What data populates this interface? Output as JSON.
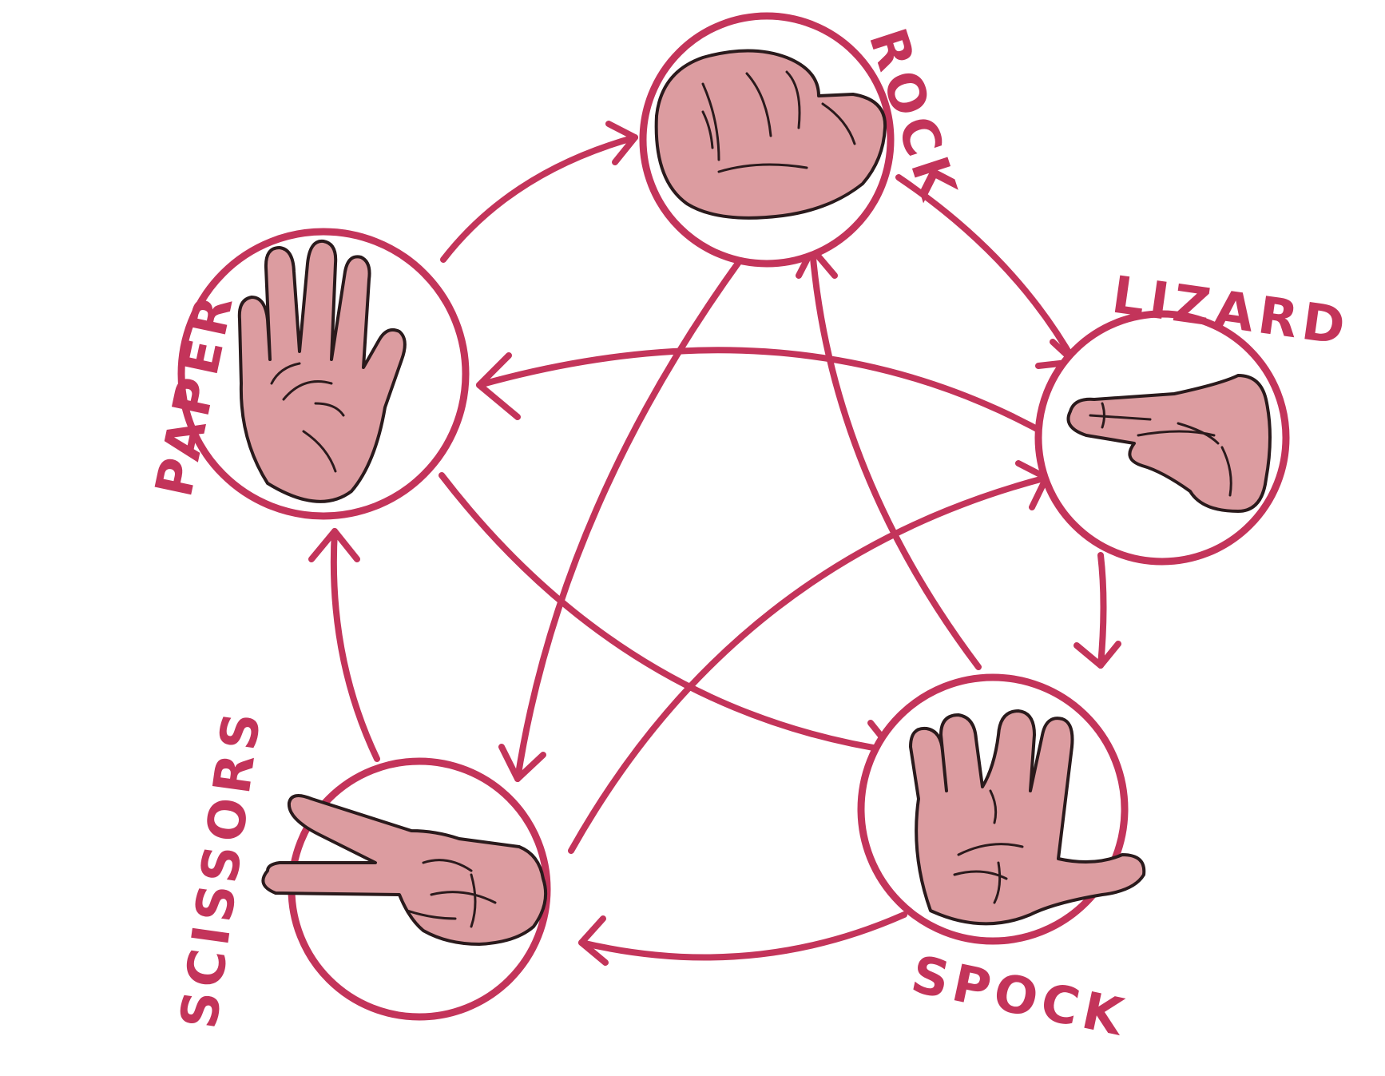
{
  "nodes": [
    {
      "id": "rock",
      "label": "ROCK",
      "gesture": "fist-icon"
    },
    {
      "id": "lizard",
      "label": "LIZARD",
      "gesture": "lizard-hand-icon"
    },
    {
      "id": "spock",
      "label": "SPOCK",
      "gesture": "vulcan-salute-icon"
    },
    {
      "id": "scissors",
      "label": "SCISSORS",
      "gesture": "scissors-hand-icon"
    },
    {
      "id": "paper",
      "label": "PAPER",
      "gesture": "open-palm-icon"
    }
  ],
  "edges": [
    {
      "from": "paper",
      "to": "rock"
    },
    {
      "from": "rock",
      "to": "lizard"
    },
    {
      "from": "lizard",
      "to": "spock"
    },
    {
      "from": "spock",
      "to": "scissors"
    },
    {
      "from": "scissors",
      "to": "paper"
    },
    {
      "from": "rock",
      "to": "scissors"
    },
    {
      "from": "lizard",
      "to": "paper"
    },
    {
      "from": "paper",
      "to": "spock"
    },
    {
      "from": "spock",
      "to": "rock"
    },
    {
      "from": "scissors",
      "to": "lizard"
    }
  ],
  "colors": {
    "accent": "#c3345a",
    "skin": "#dc9ca0",
    "outline": "#2a1a1c"
  }
}
